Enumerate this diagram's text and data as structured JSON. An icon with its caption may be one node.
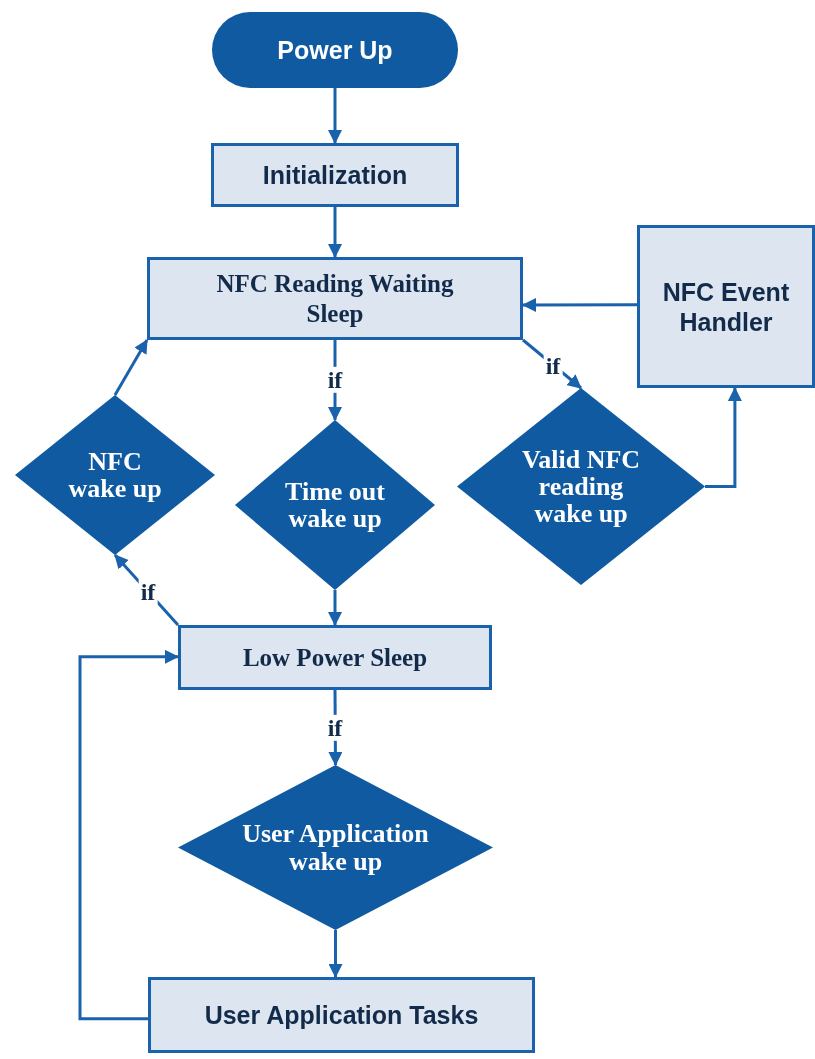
{
  "diagram": {
    "nodes": [
      {
        "text": [
          "Power Up"
        ]
      },
      {
        "text": [
          "Initialization"
        ]
      },
      {
        "text": [
          "NFC Reading Waiting Sleep"
        ]
      },
      {
        "text": [
          "NFC Event Handler"
        ]
      },
      {
        "text": [
          "NFC wake up"
        ]
      },
      {
        "text": [
          "Time out wake up"
        ]
      },
      {
        "text": [
          "Valid NFC reading wake up"
        ]
      },
      {
        "text": [
          "Low Power Sleep"
        ]
      },
      {
        "text": [
          "User Application wake up"
        ]
      },
      {
        "text": [
          "User Application Tasks"
        ]
      }
    ],
    "edges": [
      {
        "from": 0,
        "to": 1,
        "arrow": "to"
      },
      {
        "from": 1,
        "to": 2,
        "arrow": "to"
      },
      {
        "from": 3,
        "to": 2,
        "arrow": "to"
      },
      {
        "from": 2,
        "to": 5,
        "arrow": "to",
        "label": "if"
      },
      {
        "from": 2,
        "to": 6,
        "arrow": "to",
        "label": "if"
      },
      {
        "from": 6,
        "to": 3,
        "arrow": "to"
      },
      {
        "from": 4,
        "to": 2,
        "arrow": "to"
      },
      {
        "from": 7,
        "to": 4,
        "arrow": "to",
        "label": "if"
      },
      {
        "from": 5,
        "to": 7,
        "arrow": "to"
      },
      {
        "from": 7,
        "to": 8,
        "arrow": "to",
        "label": "if"
      },
      {
        "from": 8,
        "to": 9,
        "arrow": "to"
      },
      {
        "from": 9,
        "to": 7,
        "arrow": "to"
      }
    ]
  }
}
